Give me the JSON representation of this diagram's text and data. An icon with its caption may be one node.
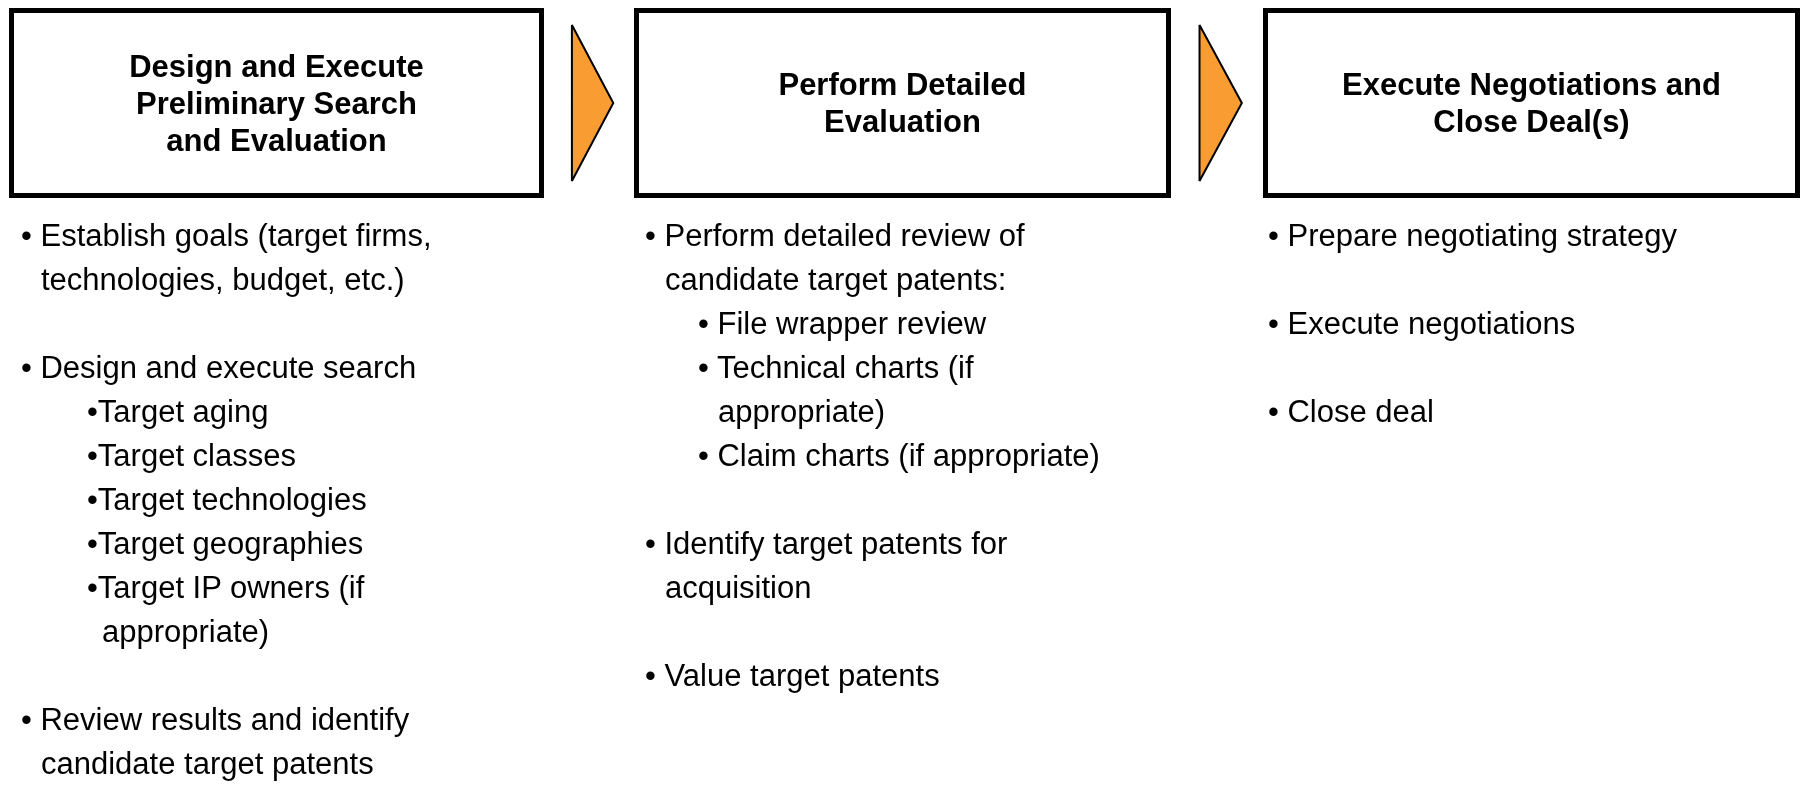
{
  "diagram": {
    "nodes": [
      {
        "text": [
          "Design and Execute Preliminary Search and Evaluation"
        ],
        "beside": [
          "• Establish goals (target firms, technologies, budget, etc.)",
          "• Design and execute search",
          "•Target aging",
          "•Target classes",
          "•Target technologies",
          "•Target geographies",
          "•Target IP owners (if appropriate)",
          "• Review results and identify candidate target patents"
        ]
      },
      {
        "text": [
          "Perform Detailed Evaluation"
        ],
        "beside": [
          "• Perform detailed review of candidate target patents:",
          "• File wrapper review",
          "• Technical charts (if appropriate)",
          "• Claim charts (if appropriate)",
          "• Identify target patents for acquisition",
          "• Value target patents"
        ]
      },
      {
        "text": [
          "Execute Negotiations and Close Deal(s)"
        ],
        "beside": [
          "• Prepare negotiating strategy",
          "• Execute negotiations",
          "• Close deal"
        ]
      }
    ],
    "edges": [
      {
        "from": 0,
        "to": 1,
        "arrow": "to"
      },
      {
        "from": 1,
        "to": 2,
        "arrow": "to"
      }
    ]
  }
}
